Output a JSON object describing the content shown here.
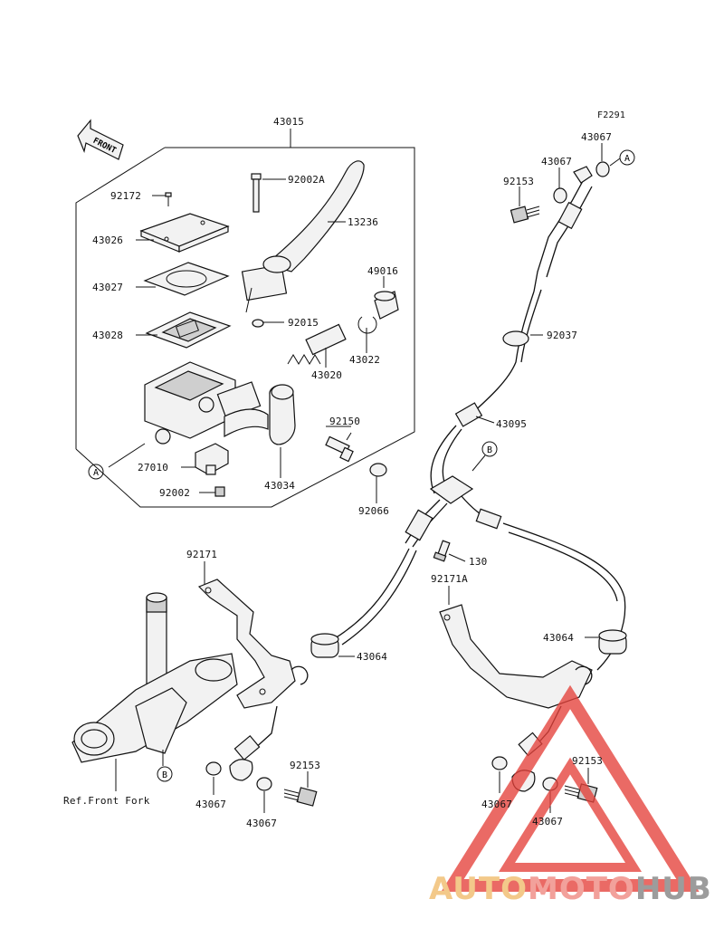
{
  "figure_code": "F2291",
  "front_label": "FRONT",
  "ref_note": "Ref.Front Fork",
  "callouts": {
    "a": "A",
    "b": "B"
  },
  "parts": {
    "p43015": "43015",
    "p92172": "92172",
    "p92002a": "92002A",
    "p13236": "13236",
    "p43026": "43026",
    "p43027": "43027",
    "p43028": "43028",
    "p49016": "49016",
    "p92015": "92015",
    "p43022": "43022",
    "p43020": "43020",
    "p92150": "92150",
    "p27010": "27010",
    "p43034": "43034",
    "p92002": "92002",
    "p92066": "92066",
    "p43067_top": "43067",
    "p43067_top2": "43067",
    "p92153_top": "92153",
    "p92037": "92037",
    "p43095": "43095",
    "p130": "130",
    "p92171": "92171",
    "p92171a": "92171A",
    "p43064_left": "43064",
    "p43064_right": "43064",
    "p92153_left": "92153",
    "p43067_left1": "43067",
    "p43067_left2": "43067",
    "p92153_right": "92153",
    "p43067_right1": "43067",
    "p43067_right2": "43067"
  },
  "watermark": {
    "part1": "AUTO",
    "part2": "MOTO",
    "part3": "HUB"
  },
  "colors": {
    "line": "#111111",
    "part_fill": "#f2f2f2",
    "watermark_red": "#e5413a",
    "watermark_gold": "#f3c98a",
    "watermark_gray": "#9c9c9c"
  }
}
